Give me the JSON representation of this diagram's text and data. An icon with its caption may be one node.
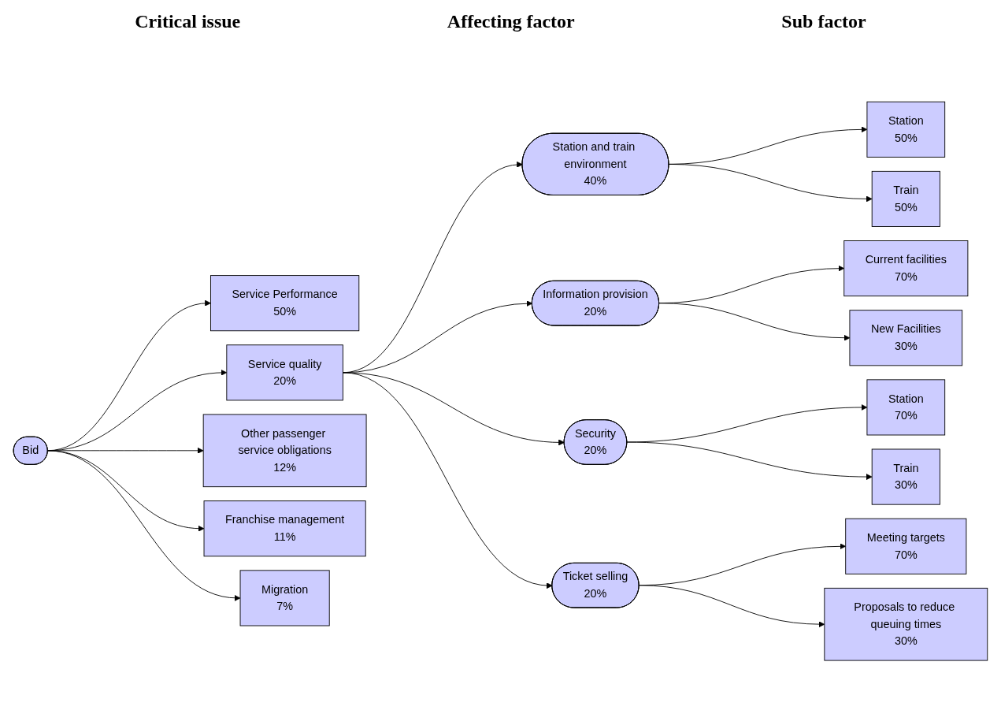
{
  "diagram": {
    "nodes": [
      {
        "text": [
          "Bid"
        ]
      },
      {
        "text": [
          "Service Performance",
          "50%"
        ]
      },
      {
        "text": [
          "Service quality",
          "20%"
        ]
      },
      {
        "text": [
          "Other passenger service obligations",
          "12%"
        ]
      },
      {
        "text": [
          "Franchise management",
          "11%"
        ]
      },
      {
        "text": [
          "Migration",
          "7%"
        ]
      },
      {
        "text": [
          "Station and train environment",
          "40%"
        ]
      },
      {
        "text": [
          "Station",
          "50%"
        ]
      },
      {
        "text": [
          "Train",
          "50%"
        ]
      },
      {
        "text": [
          "Information provision",
          "20%"
        ]
      },
      {
        "text": [
          "Current facilities",
          "70%"
        ]
      },
      {
        "text": [
          "New Facilities",
          "30%"
        ]
      },
      {
        "text": [
          "Security",
          "20%"
        ]
      },
      {
        "text": [
          "Station",
          "70%"
        ]
      },
      {
        "text": [
          "Train",
          "30%"
        ]
      },
      {
        "text": [
          "Ticket selling",
          "20%"
        ]
      },
      {
        "text": [
          "Meeting targets",
          "70%"
        ]
      },
      {
        "text": [
          "Proposals to reduce queuing times",
          "30%"
        ]
      }
    ],
    "edges": [
      {
        "from": 0,
        "to": 1,
        "arrow": "to"
      },
      {
        "from": 0,
        "to": 2,
        "arrow": "to"
      },
      {
        "from": 0,
        "to": 3,
        "arrow": "to"
      },
      {
        "from": 0,
        "to": 4,
        "arrow": "to"
      },
      {
        "from": 0,
        "to": 5,
        "arrow": "to"
      },
      {
        "from": 2,
        "to": 6,
        "arrow": "to"
      },
      {
        "from": 2,
        "to": 9,
        "arrow": "to"
      },
      {
        "from": 2,
        "to": 12,
        "arrow": "to"
      },
      {
        "from": 2,
        "to": 15,
        "arrow": "to"
      },
      {
        "from": 6,
        "to": 7,
        "arrow": "to"
      },
      {
        "from": 6,
        "to": 8,
        "arrow": "to"
      },
      {
        "from": 9,
        "to": 10,
        "arrow": "to"
      },
      {
        "from": 9,
        "to": 11,
        "arrow": "to"
      },
      {
        "from": 12,
        "to": 13,
        "arrow": "to"
      },
      {
        "from": 12,
        "to": 14,
        "arrow": "to"
      },
      {
        "from": 15,
        "to": 16,
        "arrow": "to"
      },
      {
        "from": 15,
        "to": 17,
        "arrow": "to"
      }
    ],
    "labels": [
      "Critical issue",
      "Affecting factor",
      "Sub factor"
    ]
  }
}
